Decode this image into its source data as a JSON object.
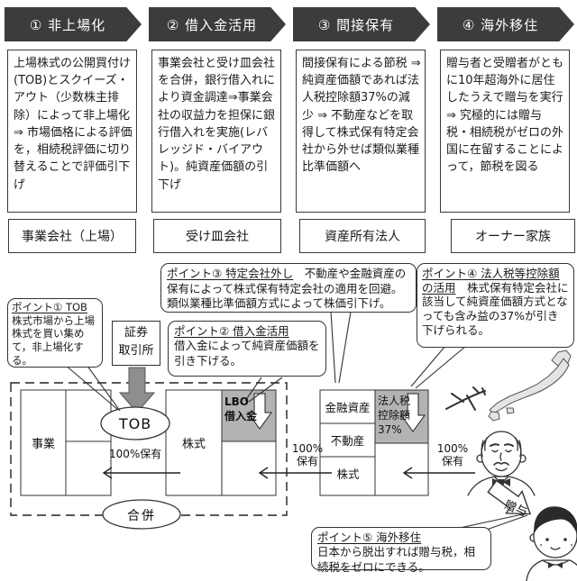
{
  "columns": [
    {
      "header": "① 非上場化",
      "description": "上場株式の公開買付け(TOB)とスクイーズ・アウト（少数株主排除）によって非上場化 ⇒ 市場価格による評価を，相続税評価に切り替えることで評価引下げ",
      "entity": "事業会社（上場）"
    },
    {
      "header": "② 借入金活用",
      "description": "事業会社と受け皿会社を合併，銀行借入れにより資金調達⇒事業会社の収益力を担保に銀行借入れを実施(レバレッジド・バイアウト)。純資産価額の引下げ",
      "entity": "受け皿会社"
    },
    {
      "header": "③ 間接保有",
      "description": "間接保有による節税 ⇒ 純資産価額であれば法人税控除額37%の減少 ⇒ 不動産などを取得して株式保有特定会社から外せば類似業種比準価額へ",
      "entity": "資産所有法人"
    },
    {
      "header": "④ 海外移住",
      "description": "贈与者と受贈者がともに10年超海外に居住したうえで贈与を実行 ⇒ 究極的には贈与税・相続税がゼロの外国に在留することによって，節税を図る",
      "entity": "オーナー家族"
    }
  ],
  "callouts": {
    "p1": {
      "title": "ポイント① TOB",
      "body": "株式市場から上場株式を買い集めて，非上場化する。"
    },
    "p2": {
      "title": "ポイント② 借入金活用",
      "body": "借入金によって純資産価額を引き下げる。"
    },
    "p3": {
      "title": "ポイント③ 特定会社外し",
      "body": "　不動産や金融資産の保有によって株式保有特定会社の適用を回避。類似業種比準価額方式によって株価引下げ。"
    },
    "p4": {
      "title": "ポイント④ 法人税等控除額の活用",
      "body": "　株式保有特定会社に該当して純資産価額方式となっても含み益の37%が引き下げられる。"
    },
    "p5": {
      "title": "ポイント⑤ 海外移住",
      "body": "日本から脱出すれば贈与税，相続税をゼロにできる。"
    }
  },
  "diagram": {
    "stock_exchange": "証券\n取引所",
    "tob": "TOB",
    "merger": "合併",
    "business": "事業",
    "stock_left": "株式",
    "lbo_loan": "LBO\n借入金",
    "asset_financial": "金融資産",
    "asset_realestate": "不動産",
    "asset_stock": "株式",
    "tax_deduction": "法人税\n控除額\n37%",
    "hold_100_a": "100%保有",
    "hold_100_b": "100%\n保有",
    "hold_100_c": "100%\n保有",
    "gift": "贈与"
  },
  "icons": {
    "down_arrow_gray": "thick-gray-down-arrow",
    "down_arrow_white_lbo": "white-down-arrow",
    "down_arrow_white_tax": "white-down-arrow",
    "japan_map": "japan-map",
    "airplane": "airplane",
    "grandfather": "owner-grandfather-face",
    "young_man": "heir-young-man-face",
    "gift_arrow": "outlined-gift-arrow"
  },
  "colors": {
    "banner_bg": "#3c3c3c",
    "banner_text": "#ffffff",
    "gray_cell": "#b3b3b3",
    "gray_arrow": "#8e8e8e",
    "border": "#333333",
    "map_fill": "#e4e4e4"
  }
}
